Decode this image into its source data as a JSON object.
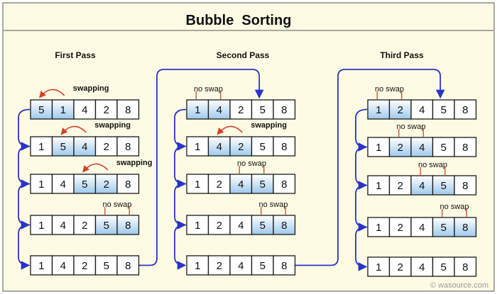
{
  "title": "Bubble  Sorting",
  "watermark": "© wasource.com",
  "labels": {
    "swapping": "swapping",
    "no_swap": "no swap"
  },
  "colors": {
    "panel_bg": "#fdfbe4",
    "highlight_light": "#ffffff",
    "highlight_dark": "#9fc9ec",
    "connector": "#2a34c8",
    "swap_arrow": "#d8402a",
    "bracket": "#c85a3a",
    "border": "#1a1a1a"
  },
  "passes": [
    {
      "title": "First Pass",
      "steps": [
        {
          "values": [
            5,
            1,
            4,
            2,
            8
          ],
          "highlight": [
            0,
            1
          ],
          "annotation": "swapping"
        },
        {
          "values": [
            1,
            5,
            4,
            2,
            8
          ],
          "highlight": [
            1,
            2
          ],
          "annotation": "swapping"
        },
        {
          "values": [
            1,
            4,
            5,
            2,
            8
          ],
          "highlight": [
            2,
            3
          ],
          "annotation": "swapping"
        },
        {
          "values": [
            1,
            4,
            2,
            5,
            8
          ],
          "highlight": [
            3,
            4
          ],
          "annotation": "no_swap"
        },
        {
          "values": [
            1,
            4,
            2,
            5,
            8
          ],
          "highlight": [],
          "annotation": null
        }
      ]
    },
    {
      "title": "Second Pass",
      "steps": [
        {
          "values": [
            1,
            4,
            2,
            5,
            8
          ],
          "highlight": [
            0,
            1
          ],
          "annotation": "no_swap"
        },
        {
          "values": [
            1,
            4,
            2,
            5,
            8
          ],
          "highlight": [
            1,
            2
          ],
          "annotation": "swapping"
        },
        {
          "values": [
            1,
            2,
            4,
            5,
            8
          ],
          "highlight": [
            2,
            3
          ],
          "annotation": "no_swap"
        },
        {
          "values": [
            1,
            2,
            4,
            5,
            8
          ],
          "highlight": [
            3,
            4
          ],
          "annotation": "no_swap"
        },
        {
          "values": [
            1,
            2,
            4,
            5,
            8
          ],
          "highlight": [],
          "annotation": null
        }
      ]
    },
    {
      "title": "Third Pass",
      "steps": [
        {
          "values": [
            1,
            2,
            4,
            5,
            8
          ],
          "highlight": [
            0,
            1
          ],
          "annotation": "no_swap"
        },
        {
          "values": [
            1,
            2,
            4,
            5,
            8
          ],
          "highlight": [
            1,
            2
          ],
          "annotation": "no_swap"
        },
        {
          "values": [
            1,
            2,
            4,
            5,
            8
          ],
          "highlight": [
            2,
            3
          ],
          "annotation": "no_swap"
        },
        {
          "values": [
            1,
            2,
            4,
            5,
            8
          ],
          "highlight": [
            3,
            4
          ],
          "annotation": "no_swap"
        },
        {
          "values": [
            1,
            2,
            4,
            5,
            8
          ],
          "highlight": [],
          "annotation": null
        }
      ]
    }
  ]
}
